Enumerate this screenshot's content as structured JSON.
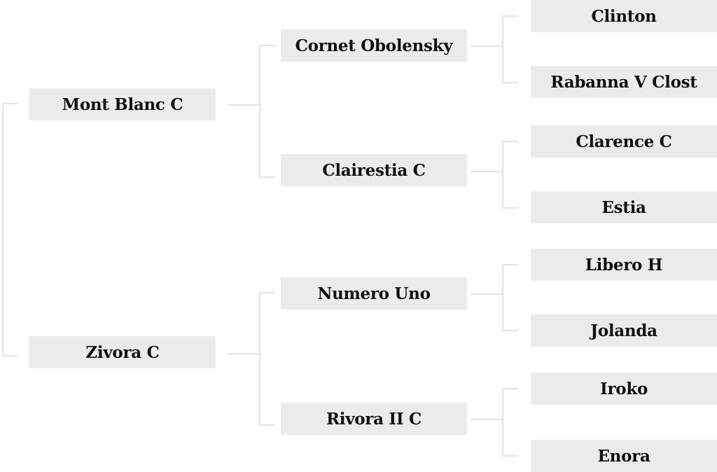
{
  "pedigree": {
    "gen1": {
      "sire": "Mont Blanc C",
      "dam": "Zivora C"
    },
    "gen2": {
      "sire_sire": "Cornet Obolensky",
      "sire_dam": "Clairestia C",
      "dam_sire": "Numero Uno",
      "dam_dam": "Rivora II C"
    },
    "gen3": {
      "sss": "Clinton",
      "ssd": "Rabanna V Clost",
      "sds": "Clarence C",
      "sdd": "Estia",
      "dss": "Libero H",
      "dsd": "Jolanda",
      "dds": "Iroko",
      "ddd": "Enora"
    }
  }
}
